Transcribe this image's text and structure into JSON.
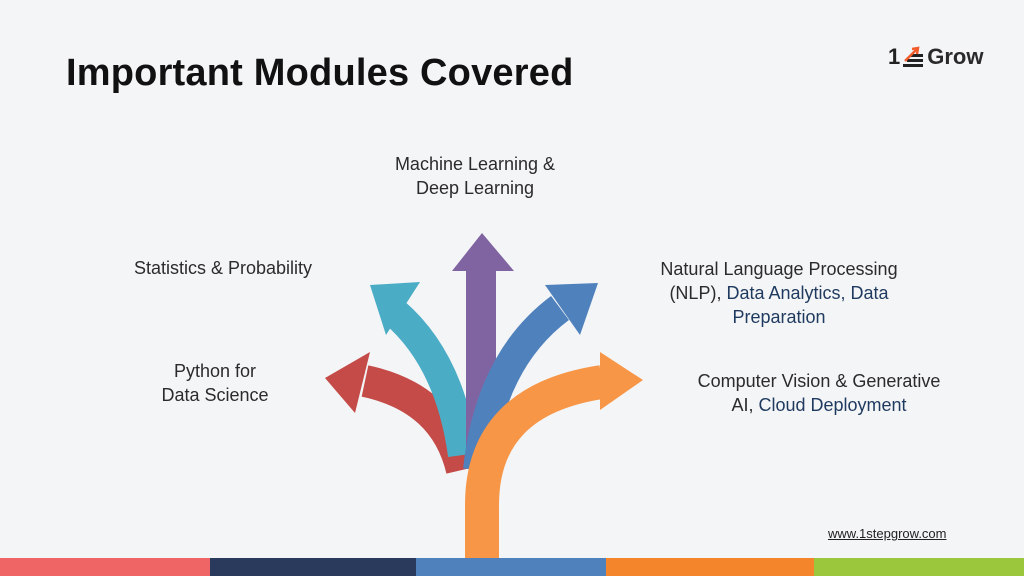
{
  "title": "Important Modules Covered",
  "logo": {
    "text_left": "1",
    "text_right": "Grow",
    "accent_color": "#f25c2b"
  },
  "modules": {
    "python": {
      "line1": "Python for",
      "line2": "Data Science",
      "color": "#c44b48"
    },
    "statistics": {
      "line1": "Statistics & Probability",
      "color": "#4bacc6"
    },
    "ml": {
      "line1": "Machine Learning &",
      "line2": "Deep Learning",
      "color": "#8064a2"
    },
    "nlp": {
      "line1": "Natural Language Processing",
      "line2a": "(NLP), ",
      "line2b": "Data Analytics, Data",
      "line3": "Preparation",
      "color": "#4f81bd"
    },
    "cv": {
      "line1": "Computer Vision & Generative",
      "line2a": "AI, ",
      "line2b": "Cloud Deployment",
      "color": "#f79646"
    }
  },
  "website": "www.1stepgrow.com",
  "footer_colors": [
    "#ef6464",
    "#2a3a5c",
    "#4f81bd",
    "#f5852b",
    "#9bc73c"
  ]
}
